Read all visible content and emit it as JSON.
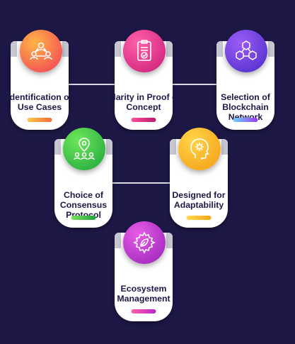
{
  "steps": [
    {
      "label": "Identification of Use Cases",
      "icon": "people-network-icon",
      "gradient": [
        "#ffb347",
        "#f03b57"
      ],
      "bar": [
        "#ffc94a",
        "#f5683a"
      ]
    },
    {
      "label": "Clarity in Proof of Concept",
      "icon": "document-check-icon",
      "gradient": [
        "#ff5fa8",
        "#c81d77"
      ],
      "bar": [
        "#ff4f9a",
        "#b71a6e"
      ]
    },
    {
      "label": "Selection of Blockchain Network",
      "icon": "blockchain-cubes-icon",
      "gradient": [
        "#9b5cf6",
        "#4a2bc7"
      ],
      "bar": [
        "#6ad1ff",
        "#9b3df0"
      ]
    },
    {
      "label": "Choice of Consensus Protocol",
      "icon": "consensus-group-icon",
      "gradient": [
        "#6ee75a",
        "#1ca33a"
      ],
      "bar": [
        "#7be35e",
        "#23a23c"
      ]
    },
    {
      "label": "Designed for Adaptability",
      "icon": "adaptive-mind-icon",
      "gradient": [
        "#ffd54a",
        "#f39c12"
      ],
      "bar": [
        "#ffdb4d",
        "#f2a516"
      ]
    },
    {
      "label": "Ecosystem Management",
      "icon": "eco-gear-icon",
      "gradient": [
        "#e85ce6",
        "#9521b8"
      ],
      "bar": [
        "#ff5fa8",
        "#b727c7"
      ]
    }
  ]
}
